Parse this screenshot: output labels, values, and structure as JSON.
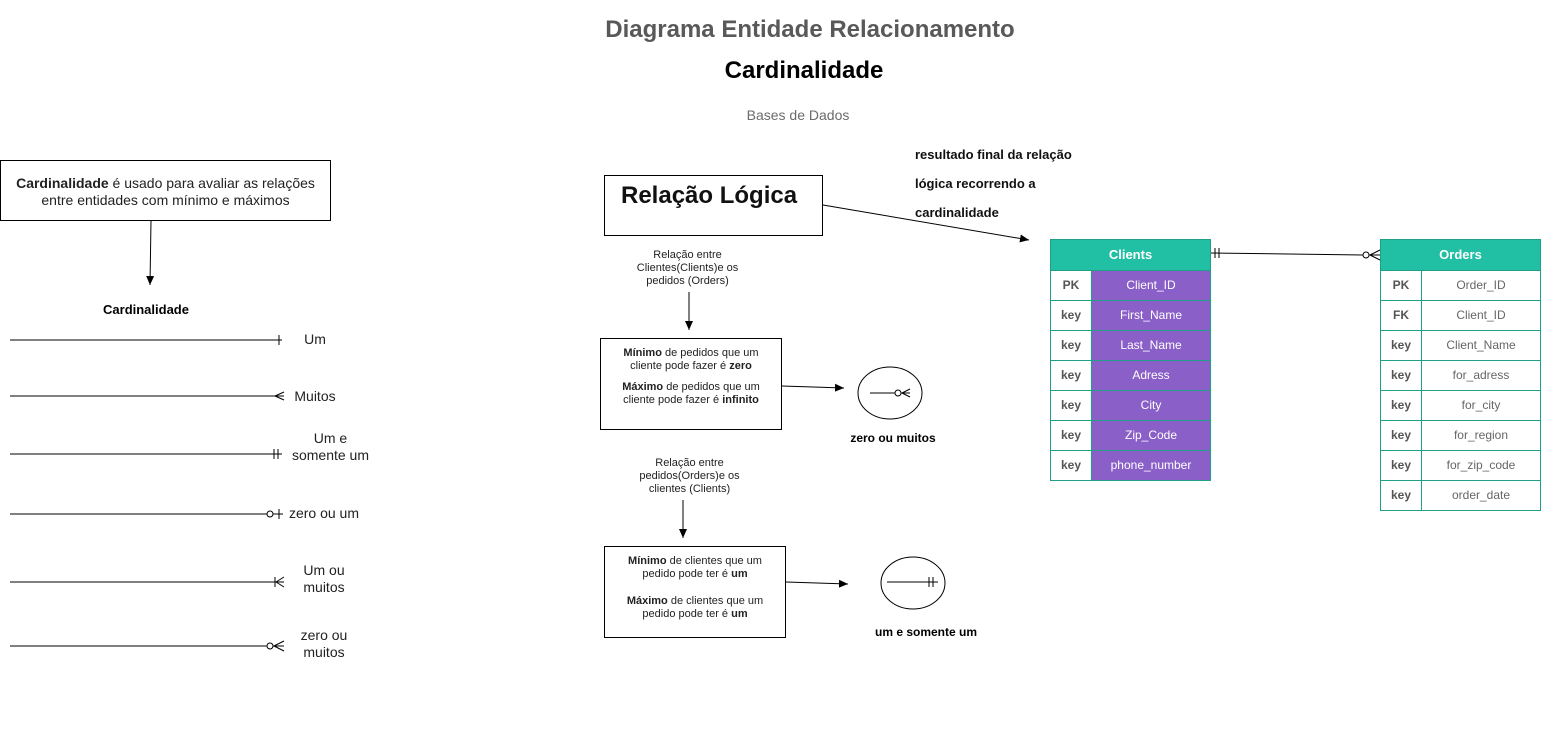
{
  "header": {
    "title": "Diagrama Entidade Relacionamento",
    "subtitle": "Cardinalidade",
    "course": "Bases de Dados"
  },
  "intro": {
    "bold": "Cardinalidade",
    "rest": " é usado para avaliar as relações entre entidades com mínimo e máximos"
  },
  "legend": {
    "title": "Cardinalidade",
    "items": [
      {
        "label": "Um"
      },
      {
        "label": "Muitos"
      },
      {
        "label": "Um e somente um"
      },
      {
        "label": "zero ou um"
      },
      {
        "label": "Um ou muitos"
      },
      {
        "label": "zero ou muitos"
      }
    ]
  },
  "logic": {
    "title": "Relação Lógica",
    "note": "resultado final da relação lógica recorrendo a cardinalidade",
    "rel1": {
      "caption": "Relação entre Clientes(Clients)e os pedidos (Orders)",
      "min_bold": "Mínimo",
      "min_text": " de pedidos que um cliente pode fazer é ",
      "min_value": "zero",
      "max_bold": "Máximo",
      "max_text": " de pedidos que um cliente pode fazer é ",
      "max_value": "infinito",
      "result": "zero ou muitos"
    },
    "rel2": {
      "caption": "Relação entre pedidos(Orders)e os clientes (Clients)",
      "min_bold": "Mínimo",
      "min_text": " de clientes que um pedido pode ter é ",
      "min_value": "um",
      "max_bold": "Máximo",
      "max_text": " de clientes que um pedido pode ter é ",
      "max_value": "um",
      "result": "um e somente um"
    }
  },
  "clients": {
    "name": "Clients",
    "rows": [
      {
        "key": "PK",
        "field": "Client_ID"
      },
      {
        "key": "key",
        "field": "First_Name"
      },
      {
        "key": "key",
        "field": "Last_Name"
      },
      {
        "key": "key",
        "field": "Adress"
      },
      {
        "key": "key",
        "field": "City"
      },
      {
        "key": "key",
        "field": "Zip_Code"
      },
      {
        "key": "key",
        "field": "phone_number"
      }
    ]
  },
  "orders": {
    "name": "Orders",
    "rows": [
      {
        "key": "PK",
        "field": "Order_ID"
      },
      {
        "key": "FK",
        "field": "Client_ID"
      },
      {
        "key": "key",
        "field": "Client_Name"
      },
      {
        "key": "key",
        "field": "for_adress"
      },
      {
        "key": "key",
        "field": "for_city"
      },
      {
        "key": "key",
        "field": "for_region"
      },
      {
        "key": "key",
        "field": "for_zip_code"
      },
      {
        "key": "key",
        "field": "order_date"
      }
    ]
  },
  "colors": {
    "header_teal": "#21bfa3",
    "row_purple": "#8a5fc8",
    "title_gray": "#595959"
  }
}
